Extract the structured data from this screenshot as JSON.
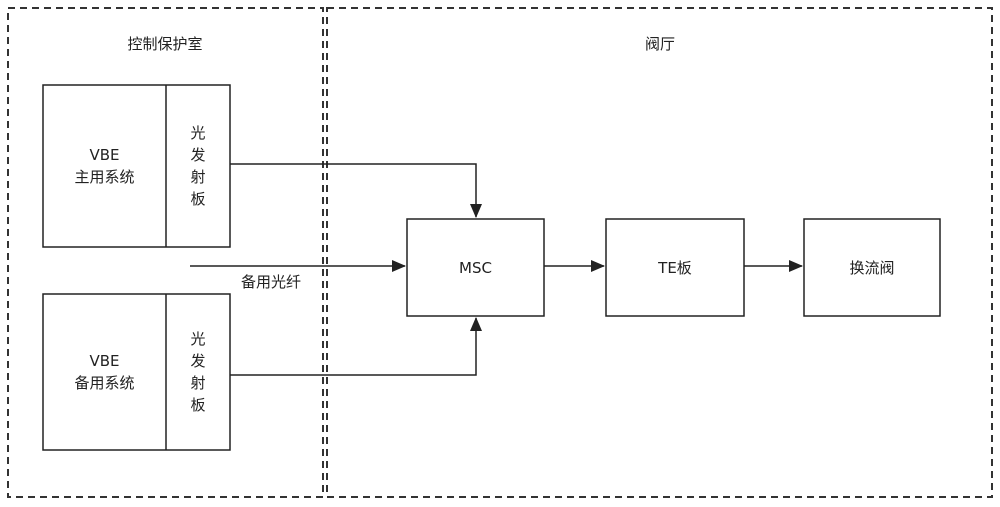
{
  "regions": {
    "control_room": "控制保护室",
    "valve_hall": "阀厅"
  },
  "vbe_primary": {
    "line1": "VBE",
    "line2": "主用系统",
    "board": [
      "光",
      "发",
      "射",
      "板"
    ]
  },
  "vbe_backup": {
    "line1": "VBE",
    "line2": "备用系统",
    "board": [
      "光",
      "发",
      "射",
      "板"
    ]
  },
  "fiber_label": "备用光纤",
  "blocks": {
    "msc": "MSC",
    "te": "TE板",
    "valve": "换流阀"
  }
}
